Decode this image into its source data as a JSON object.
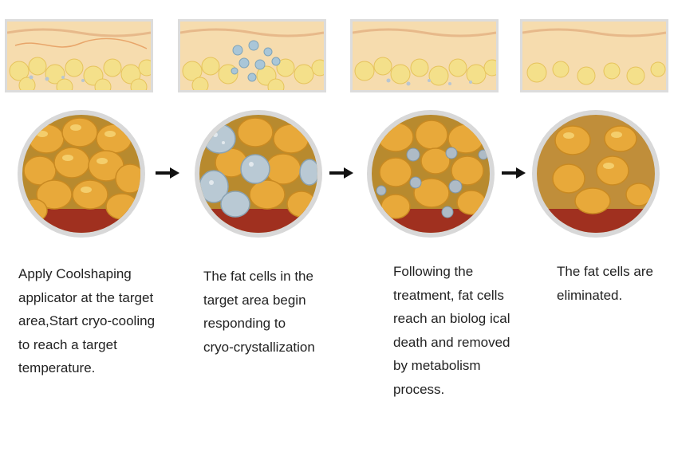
{
  "steps": [
    {
      "icon": "skin-layer-fat-cells-icon",
      "cell_state": "healthy",
      "caption": [
        "Apply Coolshaping",
        "applicator at the target",
        "area,Start cryo-cooling",
        "to reach a target",
        "temperature."
      ]
    },
    {
      "icon": "skin-layer-crystallizing-icon",
      "cell_state": "crystallizing",
      "caption": [
        "The fat cells in the",
        "target area begin",
        "responding to",
        "cryo-crystallization"
      ]
    },
    {
      "icon": "skin-layer-dying-cells-icon",
      "cell_state": "dying",
      "caption": [
        "Following the",
        "treatment, fat cells",
        "reach an biolog ical",
        "death and removed",
        "by metabolism",
        "process."
      ]
    },
    {
      "icon": "skin-layer-eliminated-icon",
      "cell_state": "eliminated",
      "caption": [
        "The fat cells are",
        "eliminated."
      ]
    }
  ],
  "colors": {
    "fat": "#e8a93a",
    "fat_highlight": "#f7d77a",
    "crystal": "#a9bfcc",
    "skin": "#f6d9a8",
    "tissue": "#a0301f",
    "arrow": "#111111"
  }
}
